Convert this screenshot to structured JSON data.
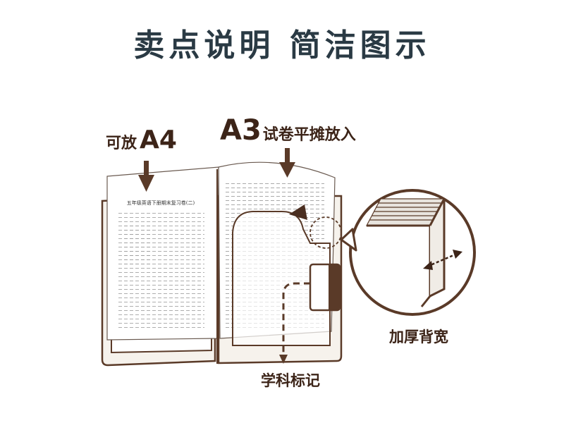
{
  "title": "卖点说明 简洁图示",
  "callouts": {
    "a4_prefix": "可放",
    "a4_big": "A4",
    "a3_big": "A3",
    "a3_suffix": "试卷平摊放入",
    "spine": "加厚背宽",
    "tab": "学科标记"
  },
  "paper_left": {
    "heading": "五年级英语下册期末复习卷(二)"
  },
  "colors": {
    "outline": "#5a3a28",
    "title": "#2a3a44",
    "label": "#3c2418",
    "folder_fill": "#f4f0ea"
  }
}
